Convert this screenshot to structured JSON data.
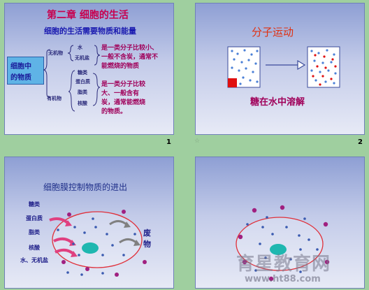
{
  "slide1": {
    "number": "1",
    "title": "第二章 细胞的生活",
    "subtitle": "细胞的生活需要物质和能量",
    "cell_label_1": "细胞中",
    "cell_label_2": "的物质",
    "inorganic": "无机物",
    "inorganic_items": [
      "水",
      "无机盐"
    ],
    "inorganic_desc": [
      "是一类分子比较小、",
      "一般不含炭，通常不",
      "能燃烧的物质"
    ],
    "organic": "有机物",
    "organic_items": [
      "糖类",
      "蛋白质",
      "脂类",
      "核酸"
    ],
    "organic_desc": [
      "是一类分子比较",
      "大、一般含有",
      "炭，通常能燃烧",
      "的物质。"
    ]
  },
  "slide2": {
    "number": "2",
    "title": "分子运动",
    "caption": "糖在水中溶解"
  },
  "slide3": {
    "title": "细胞膜控制物质的进出",
    "labels": [
      "糖类",
      "蛋白质",
      "脂类",
      "核酸",
      "水、无机盐"
    ],
    "waste": [
      "废",
      "物"
    ]
  },
  "watermark": {
    "text": "育星教育网",
    "url": "www.ht88.com"
  },
  "colors": {
    "slide_top": "#8e9fd4",
    "title_magenta": "#c8004e",
    "cell_blue": "#5fb3e6",
    "ellipse_red": "#e0303a"
  }
}
